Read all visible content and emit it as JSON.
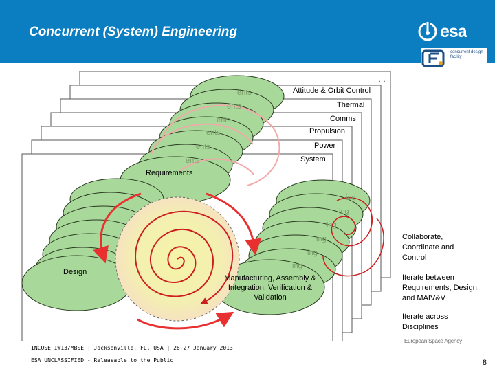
{
  "header": {
    "title": "Concurrent (System) Engineering",
    "background_color": "#0b7ec1",
    "logo_text": "esa",
    "sub_logo_text": "concurrent design facility"
  },
  "diagram": {
    "stack_ellipsis": "…",
    "disciplines": [
      "Attitude & Orbit Control",
      "Thermal",
      "Comms",
      "Propulsion",
      "Power",
      "System"
    ],
    "requirements_label": "Requirements",
    "design_label": "Design",
    "maiv_label": "Manufacturing, Assembly & Integration, Verification & Validation",
    "ghost_requirements": [
      "ents",
      "ents",
      "ents",
      "ents",
      "ents",
      "ents"
    ],
    "ghost_manufacturing": [
      "ing",
      "ing",
      "ing",
      "ing",
      "ing",
      "ing"
    ],
    "colors": {
      "ellipse_fill": "#a8d89a",
      "spiral": "#cc1f1f",
      "arrow": "#e83030",
      "glow": "#f3f0a0"
    }
  },
  "notes": [
    "Collaborate, Coordinate and Control",
    "Iterate between Requirements, Design, and MAIV&V",
    "Iterate across Disciplines"
  ],
  "footer": {
    "line1": "INCOSE IW13/MBSE  | Jacksonville, FL, USA | 26-27 January 2013",
    "line2": "ESA UNCLASSIFIED - Releasable to the Public",
    "agency": "European Space Agency",
    "page_number": "8"
  }
}
